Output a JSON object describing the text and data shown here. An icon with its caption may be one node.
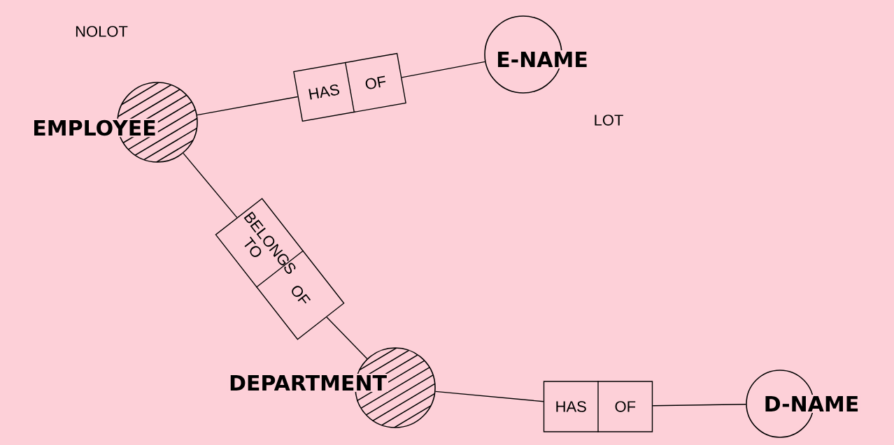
{
  "diagram": {
    "nodes": [
      {
        "text": [
          "EMPLOYEE"
        ]
      },
      {
        "text": [
          "HAS",
          "OF"
        ]
      },
      {
        "text": [
          "E-NAME"
        ]
      },
      {
        "text": [
          "BELONGS TO",
          "OF"
        ]
      },
      {
        "text": [
          "DEPARTMENT"
        ]
      },
      {
        "text": [
          "HAS",
          "OF"
        ]
      },
      {
        "text": [
          "D-NAME"
        ]
      }
    ],
    "edges": [
      {
        "from": 0,
        "to": 1,
        "arrow": "none"
      },
      {
        "from": 1,
        "to": 2,
        "arrow": "none"
      },
      {
        "from": 0,
        "to": 3,
        "arrow": "none"
      },
      {
        "from": 3,
        "to": 4,
        "arrow": "none"
      },
      {
        "from": 4,
        "to": 5,
        "arrow": "none"
      },
      {
        "from": 5,
        "to": 6,
        "arrow": "none"
      }
    ],
    "labels": [
      "NOLOT",
      "LOT"
    ]
  }
}
